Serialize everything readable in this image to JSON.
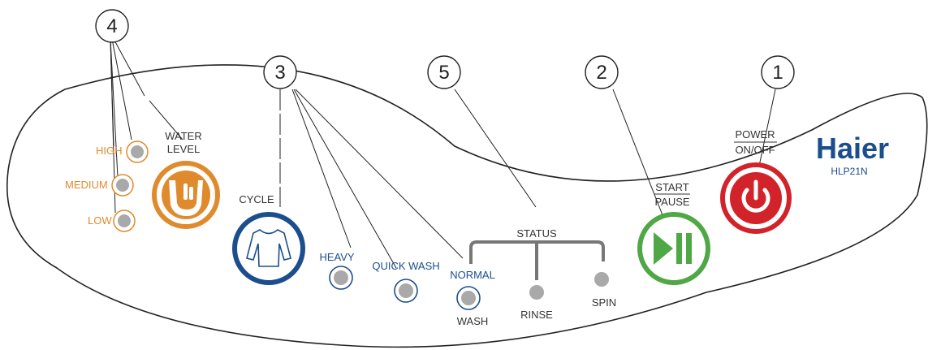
{
  "brand": {
    "name": "Haier",
    "model": "HLP21N",
    "color": "#1b4e8c"
  },
  "colors": {
    "orange": "#e08a2e",
    "blue": "#1b4e8c",
    "green": "#4fa845",
    "red": "#d2232a",
    "dark": "#333333",
    "indicator_gray": "#a9a9a9"
  },
  "callouts": [
    "4",
    "3",
    "5",
    "2",
    "1"
  ],
  "water_level": {
    "title_line1": "WATER",
    "title_line2": "LEVEL",
    "levels": [
      "HIGH",
      "MEDIUM",
      "LOW"
    ],
    "icon": "hand-water-icon"
  },
  "cycle": {
    "title": "CYCLE",
    "icon": "shirt-icon",
    "options": [
      "HEAVY",
      "QUICK WASH",
      "NORMAL"
    ]
  },
  "status": {
    "title": "STATUS",
    "stages": [
      "WASH",
      "RINSE",
      "SPIN"
    ]
  },
  "start_pause": {
    "line1": "START",
    "line2": "PAUSE",
    "icon": "play-pause-icon"
  },
  "power": {
    "line1": "POWER",
    "line2": "ON/OFF",
    "icon": "power-icon"
  }
}
